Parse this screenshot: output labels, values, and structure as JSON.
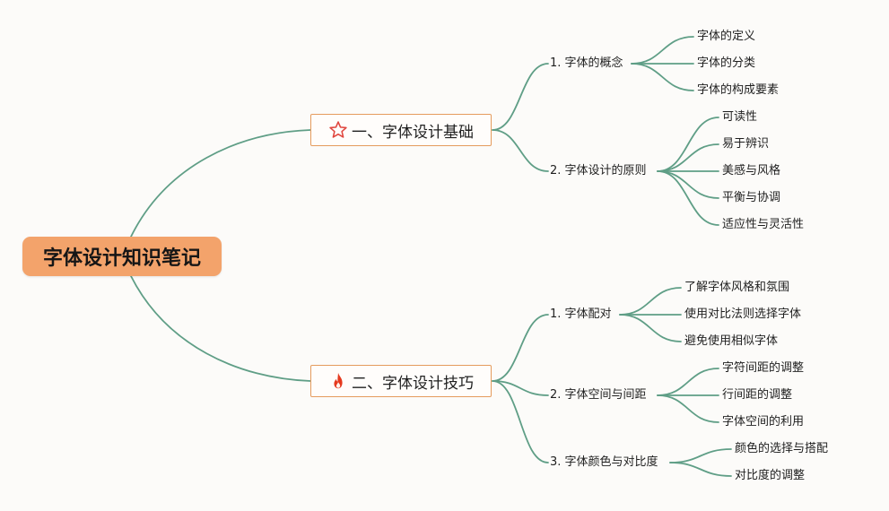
{
  "root": {
    "label": "字体设计知识笔记"
  },
  "branches": [
    {
      "label": "一、字体设计基础",
      "icon": "star-icon",
      "subs": [
        {
          "label": "1. 字体的概念",
          "leaves": [
            "字体的定义",
            "字体的分类",
            "字体的构成要素"
          ]
        },
        {
          "label": "2. 字体设计的原则",
          "leaves": [
            "可读性",
            "易于辨识",
            "美感与风格",
            "平衡与协调",
            "适应性与灵活性"
          ]
        }
      ]
    },
    {
      "label": "二、字体设计技巧",
      "icon": "fire-icon",
      "subs": [
        {
          "label": "1. 字体配对",
          "leaves": [
            "了解字体风格和氛围",
            "使用对比法则选择字体",
            "避免使用相似字体"
          ]
        },
        {
          "label": "2. 字体空间与间距",
          "leaves": [
            "字符间距的调整",
            "行间距的调整",
            "字体空间的利用"
          ]
        },
        {
          "label": "3. 字体颜色与对比度",
          "leaves": [
            "颜色的选择与搭配",
            "对比度的调整"
          ]
        }
      ]
    }
  ],
  "colors": {
    "line": "#5f9e86",
    "root_fill": "#f3a36b",
    "branch_border": "#e59b5d",
    "star": "#e0463e",
    "fire": "#e5391e"
  }
}
